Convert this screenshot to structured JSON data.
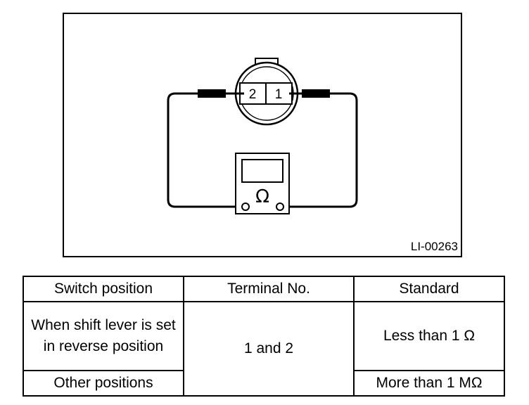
{
  "figure": {
    "id_label": "LI-00263",
    "terminals": [
      "2",
      "1"
    ],
    "meter_symbol": "Ω"
  },
  "table": {
    "headers": [
      "Switch position",
      "Terminal No.",
      "Standard"
    ],
    "rows": [
      {
        "position": "When shift lever is set in reverse position",
        "terminal": "1 and 2",
        "standard": "Less than 1 Ω"
      },
      {
        "position": "Other positions",
        "standard": "More than 1 MΩ"
      }
    ]
  }
}
